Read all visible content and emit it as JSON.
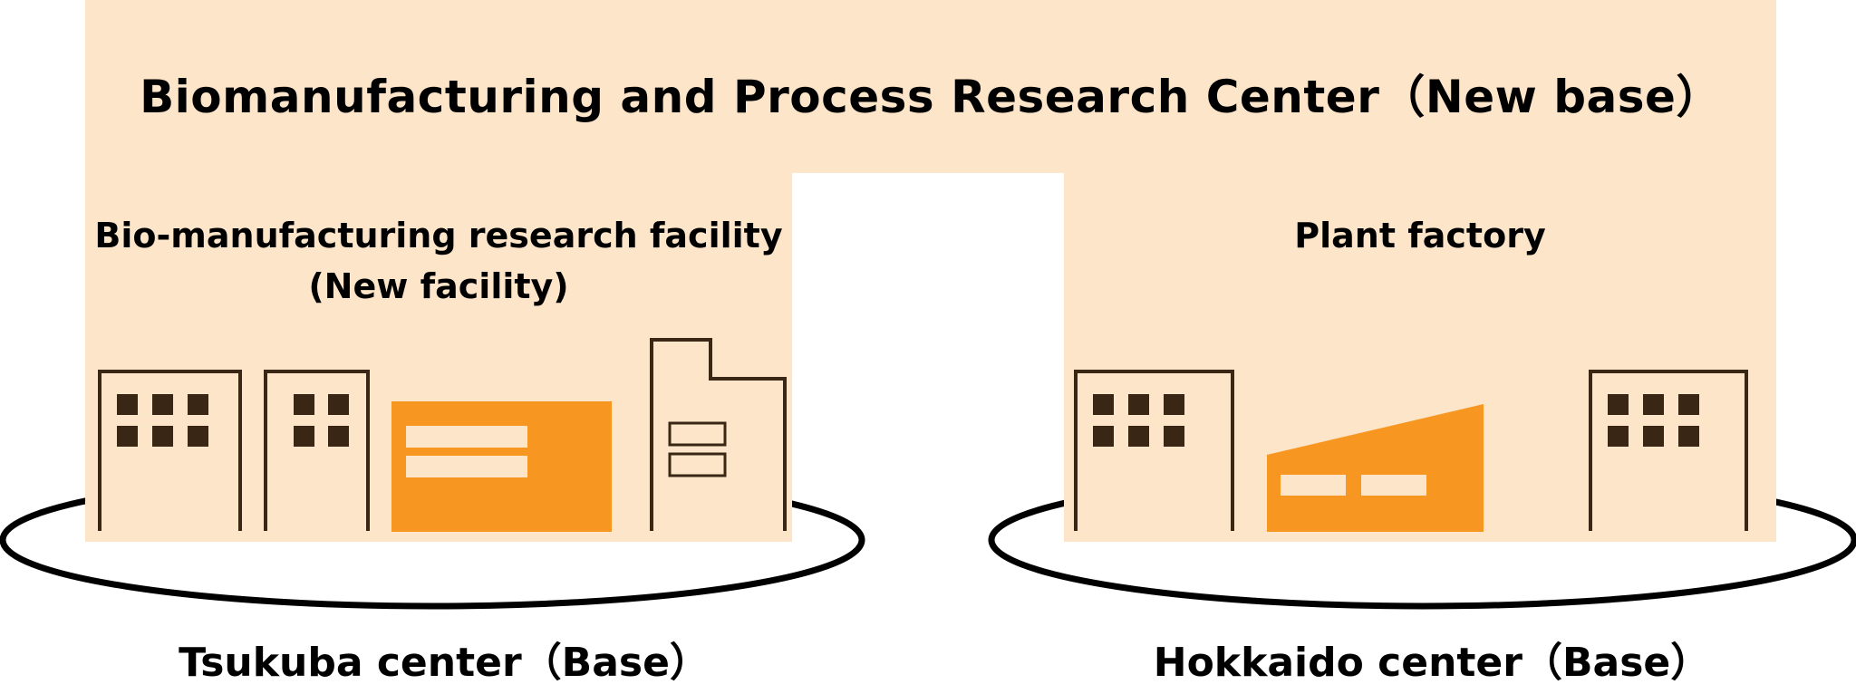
{
  "center": {
    "title": "Biomanufacturing and Process Research Center（New base）"
  },
  "facilities": {
    "bio": {
      "line1": "Bio-manufacturing research facility",
      "line2": "(New facility)"
    },
    "plant": {
      "title": "Plant factory"
    }
  },
  "bases": {
    "tsukuba": "Tsukuba center（Base）",
    "hokkaido": "Hokkaido center（Base）"
  },
  "colors": {
    "panel": "#fde5ca",
    "accent_orange": "#f79722",
    "building_outline": "#3a2615",
    "window_dark": "#3a2615",
    "window_light": "#fde5ca",
    "ring": "#000000"
  }
}
